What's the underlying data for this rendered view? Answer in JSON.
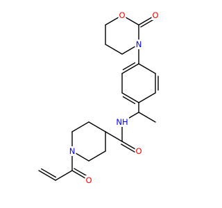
{
  "molecule": {
    "colors": {
      "bond": "#000000",
      "oxygen": "#ff0000",
      "nitrogen": "#0000ff",
      "background": "#ffffff"
    },
    "atoms": {
      "O_ketone": "O",
      "O_ring": "O",
      "N_ring": "N",
      "NH": "NH",
      "O_amide": "O",
      "N_piperidine": "N",
      "O_acryl": "O"
    }
  }
}
